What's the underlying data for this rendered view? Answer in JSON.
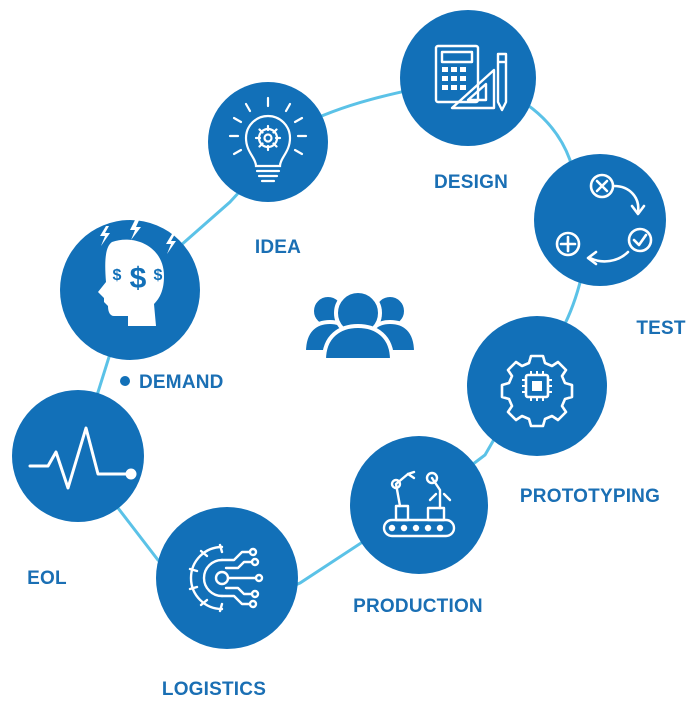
{
  "colors": {
    "accent": "#1270b8",
    "connector": "#5bc2e7",
    "label": "#1a6fb4",
    "icon": "#ffffff"
  },
  "stages": [
    {
      "id": "idea",
      "label": "IDEA",
      "icon": "lightbulb-gear-icon"
    },
    {
      "id": "design",
      "label": "DESIGN",
      "icon": "calculator-drafting-tools-icon"
    },
    {
      "id": "test",
      "label": "TEST",
      "icon": "test-cycle-icon"
    },
    {
      "id": "prototyping",
      "label": "PROTOTYPING",
      "icon": "chip-gear-icon"
    },
    {
      "id": "production",
      "label": "PRODUCTION",
      "icon": "robot-arm-conveyor-icon"
    },
    {
      "id": "logistics",
      "label": "LOGISTICS",
      "icon": "gear-circuit-icon"
    },
    {
      "id": "eol",
      "label": "EOL",
      "icon": "flatline-pulse-icon"
    },
    {
      "id": "demand",
      "label": "DEMAND",
      "icon": "head-dollar-icon"
    }
  ],
  "center": {
    "icon": "team-people-icon"
  }
}
